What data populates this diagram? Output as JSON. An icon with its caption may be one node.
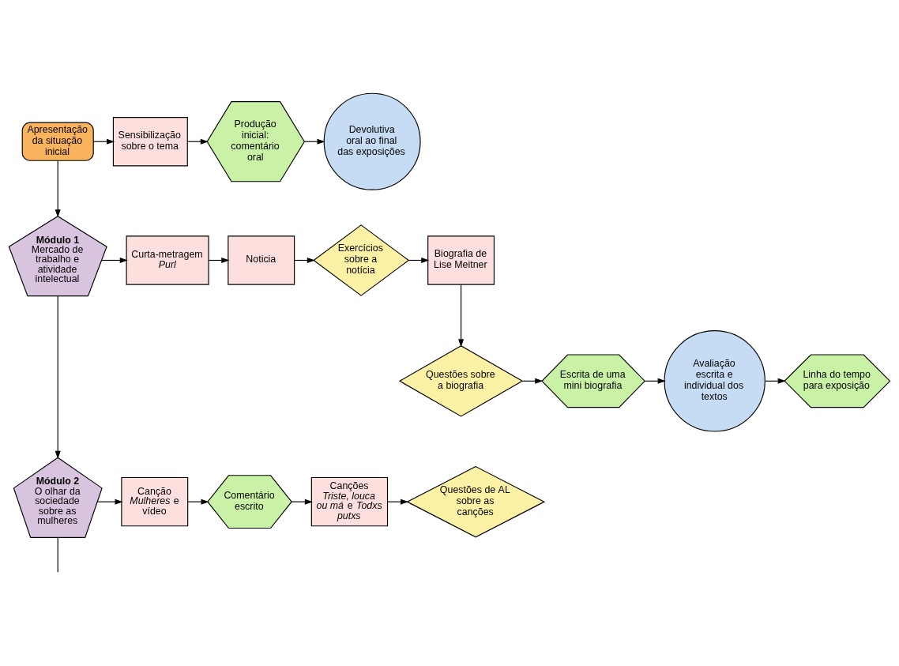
{
  "diagram": {
    "nodes": [
      {
        "text": [
          "Apresentação da situação inicial"
        ]
      },
      {
        "text": [
          "Sensibilização sobre o tema"
        ]
      },
      {
        "text": [
          "Produção inicial: comentário oral"
        ]
      },
      {
        "text": [
          "Devolutiva oral ao final das exposições"
        ]
      },
      {
        "text": [
          "Módulo 1",
          "Mercado de trabalho e atividade intelectual"
        ]
      },
      {
        "text": [
          "Curta-metragem *Purl*"
        ]
      },
      {
        "text": [
          "Noticia"
        ]
      },
      {
        "text": [
          "Exercícios sobre a notícia"
        ]
      },
      {
        "text": [
          "Biografia de Lise Meitner"
        ]
      },
      {
        "text": [
          "Questões sobre a biografia"
        ]
      },
      {
        "text": [
          "Escrita de uma mini biografia"
        ]
      },
      {
        "text": [
          "Avaliação escrita e individual dos textos"
        ]
      },
      {
        "text": [
          "Linha do tempo para exposição"
        ]
      },
      {
        "text": [
          "Módulo 2",
          "O olhar da sociedade sobre as mulheres"
        ]
      },
      {
        "text": [
          "Canção *Mulheres* e vídeo"
        ]
      },
      {
        "text": [
          "Comentário escrito"
        ]
      },
      {
        "text": [
          "Canções *Triste, louca ou má* e *Todxs putxs*"
        ]
      },
      {
        "text": [
          "Questões de AL sobre as canções"
        ]
      }
    ],
    "edges": [
      {
        "from": 0,
        "to": 1,
        "arrow": "to"
      },
      {
        "from": 1,
        "to": 2,
        "arrow": "to"
      },
      {
        "from": 2,
        "to": 3,
        "arrow": "to"
      },
      {
        "from": 0,
        "to": 4,
        "arrow": "to"
      },
      {
        "from": 4,
        "to": 5,
        "arrow": "to"
      },
      {
        "from": 5,
        "to": 6,
        "arrow": "to"
      },
      {
        "from": 6,
        "to": 7,
        "arrow": "to"
      },
      {
        "from": 7,
        "to": 8,
        "arrow": "to"
      },
      {
        "from": 8,
        "to": 9,
        "arrow": "to"
      },
      {
        "from": 9,
        "to": 10,
        "arrow": "to"
      },
      {
        "from": 10,
        "to": 11,
        "arrow": "to"
      },
      {
        "from": 11,
        "to": 12,
        "arrow": "to"
      },
      {
        "from": 4,
        "to": 13,
        "arrow": "to"
      },
      {
        "from": 13,
        "to": 14,
        "arrow": "to"
      },
      {
        "from": 14,
        "to": 15,
        "arrow": "to"
      },
      {
        "from": 15,
        "to": 16,
        "arrow": "to"
      },
      {
        "from": 16,
        "to": 17,
        "arrow": "to"
      },
      {
        "from": 13,
        "to": null,
        "arrow": "none"
      }
    ]
  }
}
